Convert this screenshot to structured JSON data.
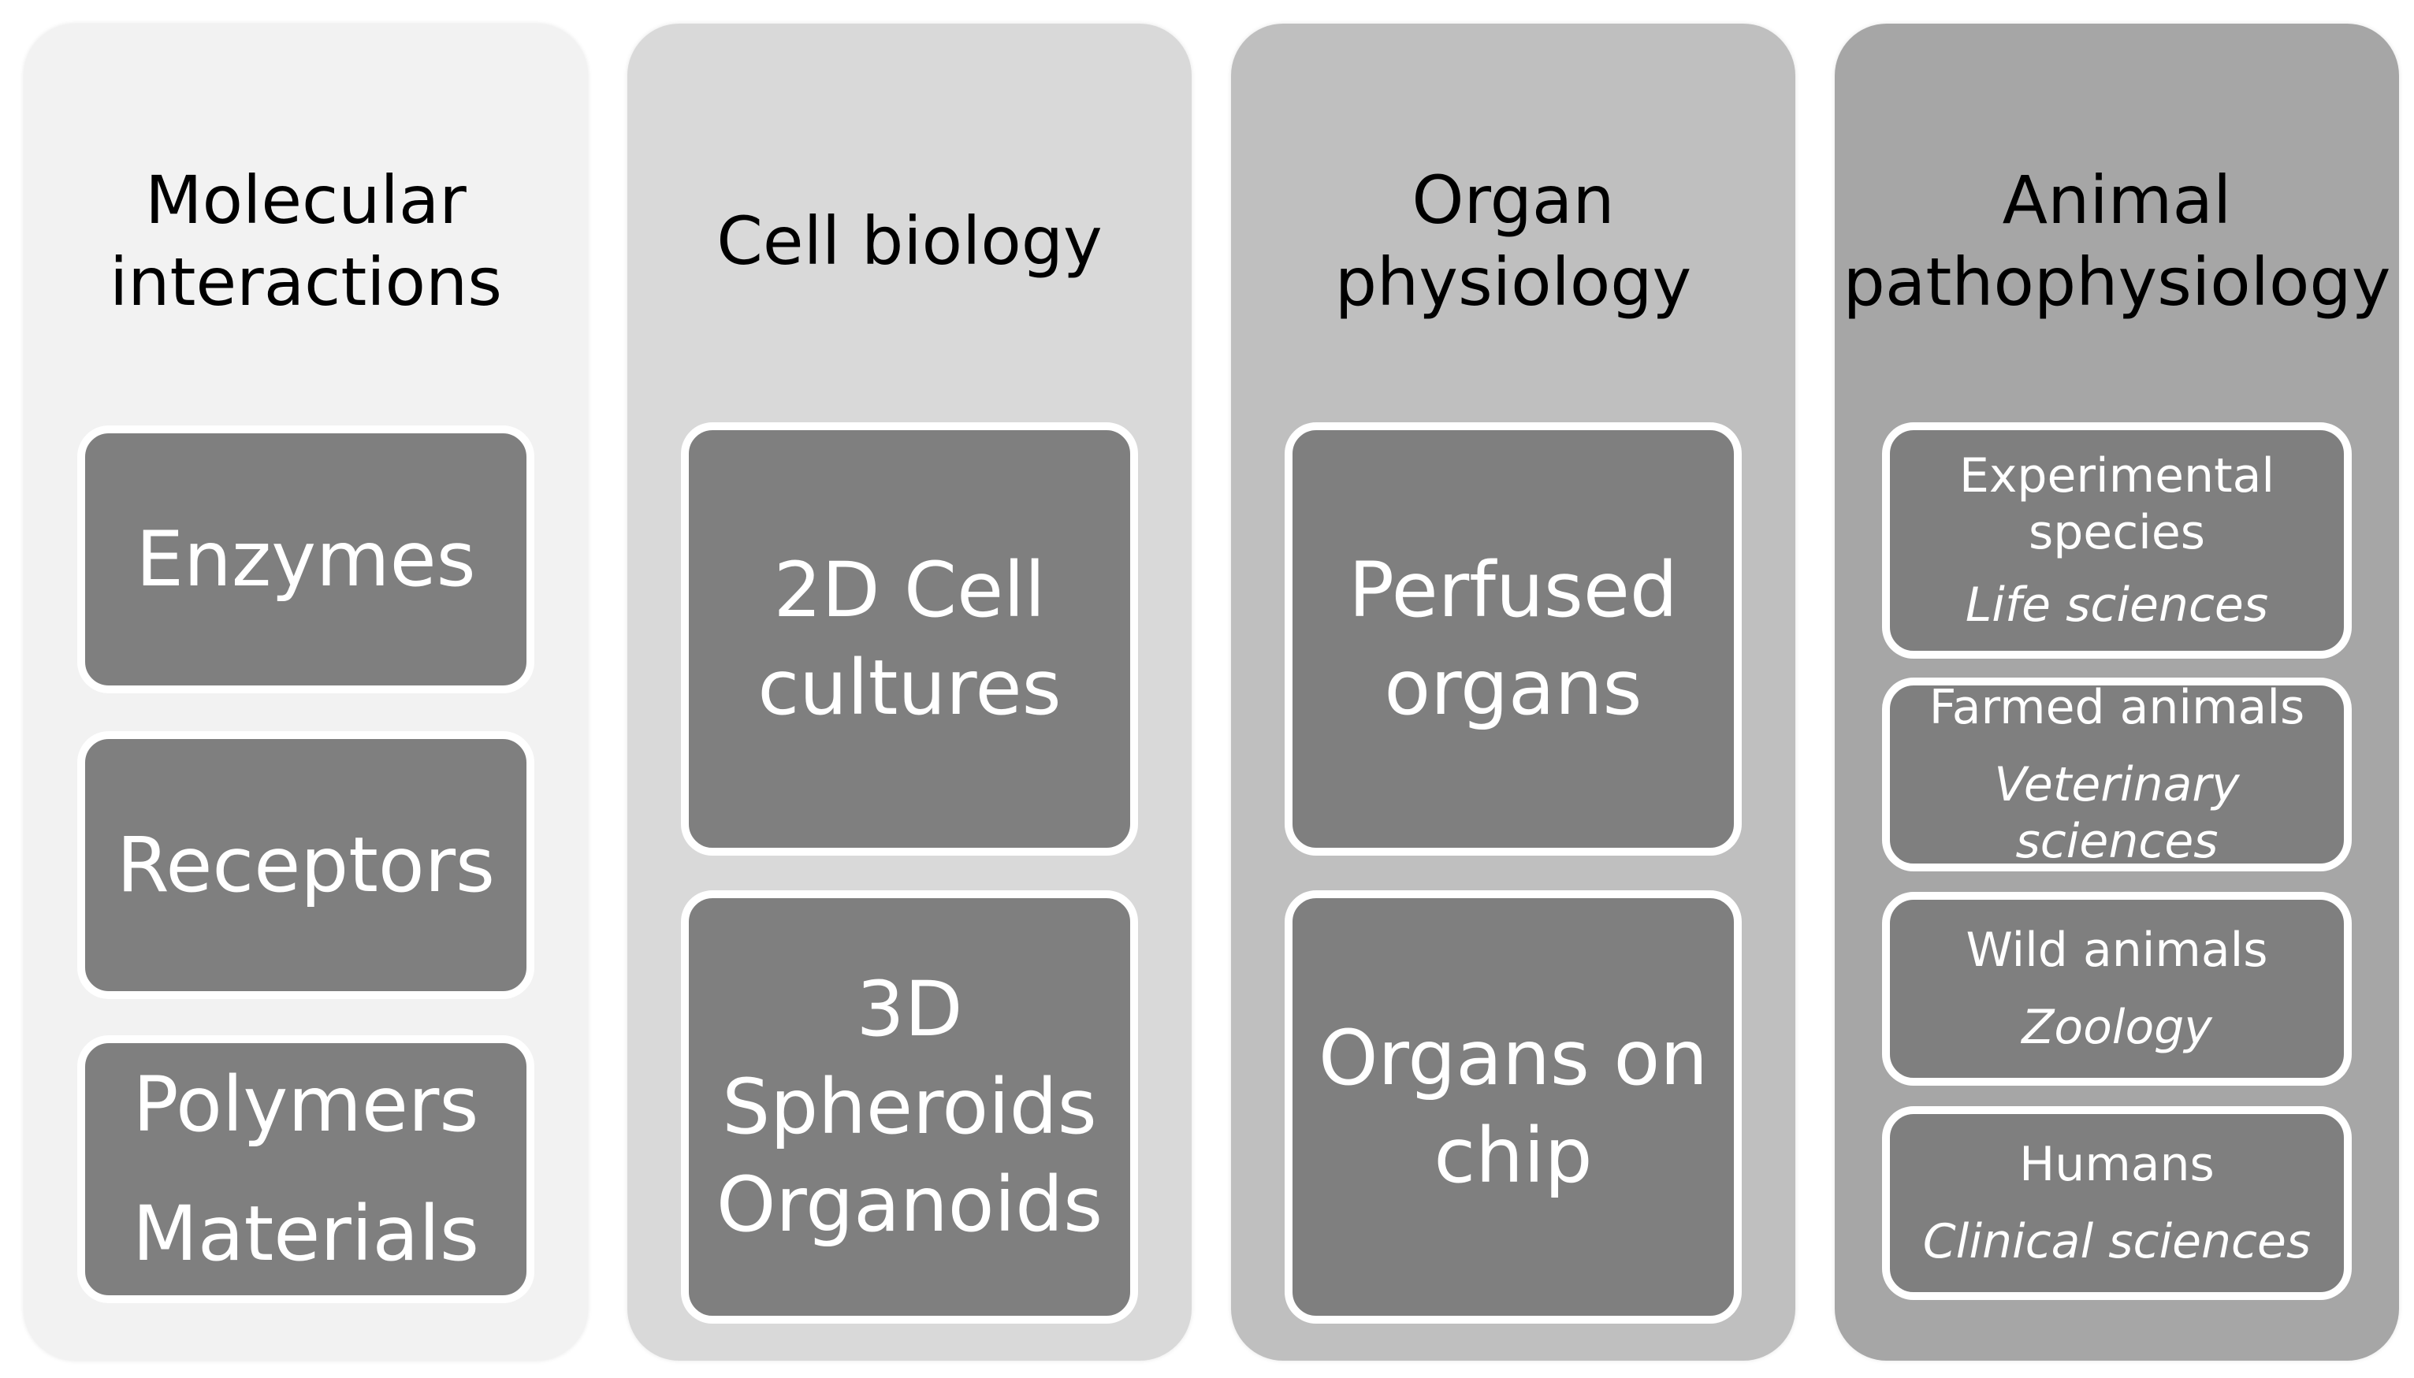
{
  "columns": [
    {
      "title": [
        "Molecular",
        "interactions"
      ],
      "boxes": [
        {
          "lines": [
            "Enzymes"
          ]
        },
        {
          "lines": [
            "Receptors"
          ]
        },
        {
          "lines": [
            "Polymers",
            "Materials"
          ]
        }
      ]
    },
    {
      "title": [
        "Cell biology"
      ],
      "boxes": [
        {
          "lines": [
            "2D Cell",
            "cultures"
          ]
        },
        {
          "lines": [
            "3D",
            "Spheroids",
            "Organoids"
          ]
        }
      ]
    },
    {
      "title": [
        "Organ",
        "physiology"
      ],
      "boxes": [
        {
          "lines": [
            "Perfused",
            "organs"
          ]
        },
        {
          "lines": [
            "Organs on",
            "chip"
          ]
        }
      ]
    },
    {
      "title": [
        "Animal",
        "pathophysiology"
      ],
      "boxes": [
        {
          "label": [
            "Experimental",
            "species"
          ],
          "sub": "Life sciences"
        },
        {
          "label": [
            "Farmed animals"
          ],
          "sub": "Veterinary sciences"
        },
        {
          "label": [
            "Wild animals"
          ],
          "sub": "Zoology"
        },
        {
          "label": [
            "Humans"
          ],
          "sub": "Clinical sciences"
        }
      ]
    }
  ],
  "colors": {
    "panel_1": "#f2f2f2",
    "panel_2": "#d9d9d9",
    "panel_3": "#bfbfbf",
    "panel_4": "#a6a6a6",
    "box_fill": "#7f7f7f",
    "box_text": "#ffffff"
  }
}
